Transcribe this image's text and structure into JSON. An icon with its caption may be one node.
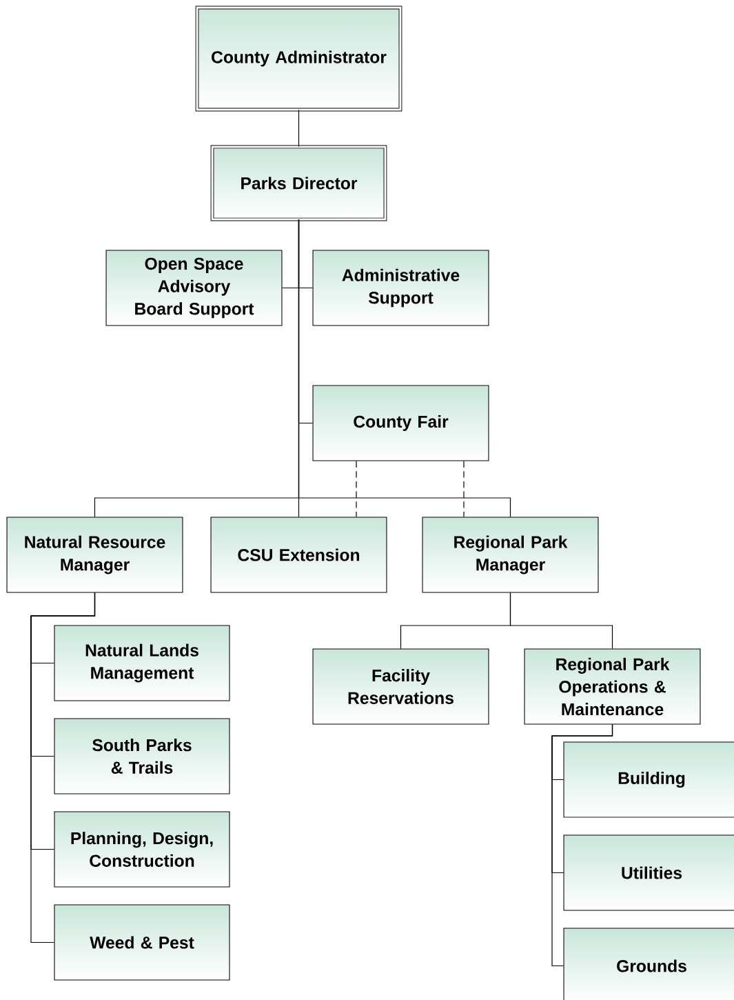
{
  "diagram": {
    "nodes": [
      {
        "text": [
          "County Administrator"
        ]
      },
      {
        "text": [
          "Parks Director"
        ]
      },
      {
        "text": [
          "Open Space Advisory Board Support"
        ]
      },
      {
        "text": [
          "Administrative Support"
        ]
      },
      {
        "text": [
          "County Fair"
        ]
      },
      {
        "text": [
          "Natural Resource Manager"
        ]
      },
      {
        "text": [
          "CSU Extension"
        ]
      },
      {
        "text": [
          "Regional Park Manager"
        ]
      },
      {
        "text": [
          "Natural Lands Management"
        ]
      },
      {
        "text": [
          "South Parks & Trails"
        ]
      },
      {
        "text": [
          "Planning, Design, Construction"
        ]
      },
      {
        "text": [
          "Weed & Pest"
        ]
      },
      {
        "text": [
          "Facility Reservations"
        ]
      },
      {
        "text": [
          "Regional Park Operations & Maintenance"
        ]
      },
      {
        "text": [
          "Building"
        ]
      },
      {
        "text": [
          "Utilities"
        ]
      },
      {
        "text": [
          "Grounds"
        ]
      }
    ],
    "edges": [
      {
        "from": 0,
        "to": 1,
        "arrow": "none"
      },
      {
        "from": 1,
        "to": 2,
        "arrow": "none"
      },
      {
        "from": 1,
        "to": 3,
        "arrow": "none"
      },
      {
        "from": 1,
        "to": 4,
        "arrow": "none"
      },
      {
        "from": 1,
        "to": 5,
        "arrow": "none"
      },
      {
        "from": 1,
        "to": 6,
        "arrow": "none"
      },
      {
        "from": 1,
        "to": 7,
        "arrow": "none"
      },
      {
        "from": 4,
        "to": 6,
        "arrow": "none",
        "style": "dashed"
      },
      {
        "from": 4,
        "to": 7,
        "arrow": "none",
        "style": "dashed"
      },
      {
        "from": 5,
        "to": 8,
        "arrow": "none"
      },
      {
        "from": 5,
        "to": 9,
        "arrow": "none"
      },
      {
        "from": 5,
        "to": 10,
        "arrow": "none"
      },
      {
        "from": 5,
        "to": 11,
        "arrow": "none"
      },
      {
        "from": 7,
        "to": 12,
        "arrow": "none"
      },
      {
        "from": 7,
        "to": 13,
        "arrow": "none"
      },
      {
        "from": 13,
        "to": 14,
        "arrow": "none"
      },
      {
        "from": 13,
        "to": 15,
        "arrow": "none"
      },
      {
        "from": 13,
        "to": 16,
        "arrow": "none"
      }
    ]
  }
}
